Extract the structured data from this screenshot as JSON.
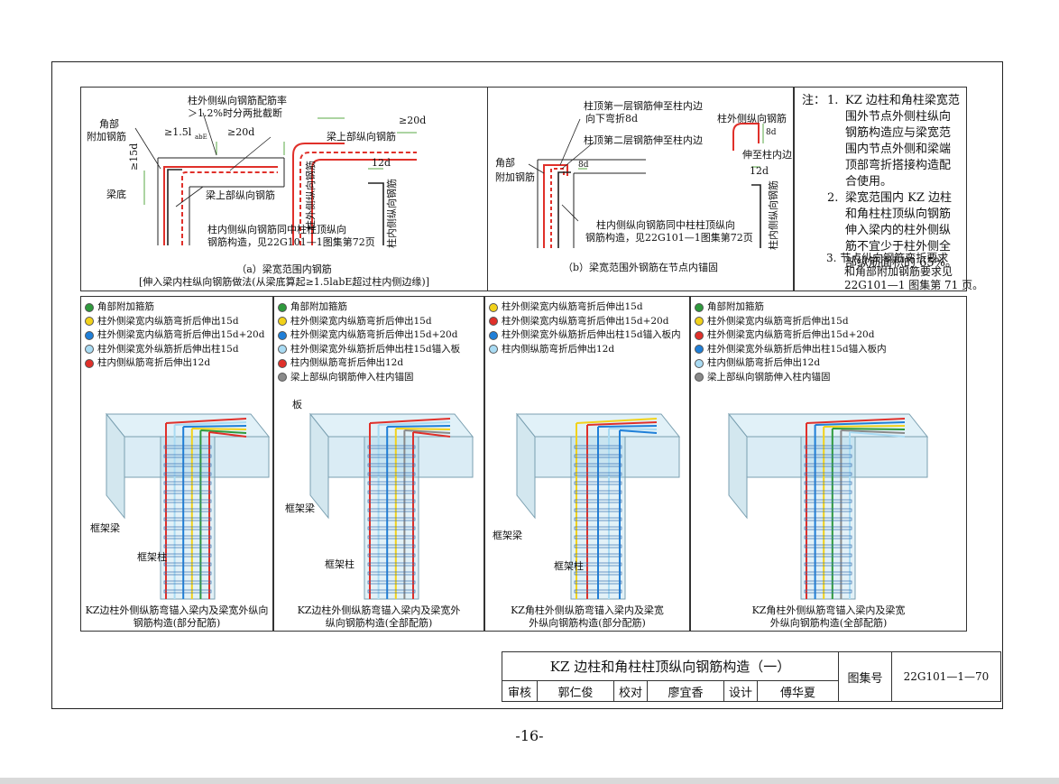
{
  "panel_a": {
    "labels": [
      "柱外侧纵向钢筋配筋率",
      "＞1.2%时分两批截断",
      "角部",
      "附加钢筋",
      "≥1.5l",
      "abE",
      "≥20d",
      "≥20d",
      "梁上部纵向钢筋",
      "≥15d",
      "梁底",
      "梁上部纵向钢筋",
      "柱外侧纵向钢筋",
      "12d",
      "柱内侧纵向钢筋",
      "柱内侧纵向钢筋同中柱柱顶纵向",
      "钢筋构造，见22G101—1图集第72页"
    ],
    "caption_1": "（a）梁宽范围内钢筋",
    "caption_2": "[伸入梁内柱纵向钢筋做法(从梁底算起≥1.5labE超过柱内侧边缘)]"
  },
  "panel_b": {
    "labels": [
      "柱顶第一层钢筋伸至柱内边",
      "向下弯折8d",
      "柱顶第二层钢筋伸至柱内边",
      "角部",
      "附加钢筋",
      "8d",
      "柱外侧纵向钢筋",
      "8d",
      "伸至柱内边",
      "12d",
      "柱内侧纵向钢筋",
      "柱内侧纵向钢筋同中柱柱顶纵向",
      "钢筋构造，见22G101—1图集第72页"
    ],
    "caption": "（b）梁宽范围外钢筋在节点内锚固"
  },
  "notes": {
    "lead": "注：",
    "items": [
      [
        "1.",
        "KZ 边柱和角柱梁宽范",
        "围外节点外侧柱纵向",
        "钢筋构造应与梁宽范",
        "围内节点外侧和梁端",
        "顶部弯折搭接构造配",
        "合使用。"
      ],
      [
        "2.",
        "梁宽范围内 KZ 边柱",
        "和角柱柱顶纵向钢筋",
        "伸入梁内的柱外侧纵",
        "筋不宜少于柱外侧全",
        "部纵筋面积的 65%。"
      ],
      [
        "3.",
        "节点纵向钢筋弯折要求",
        "和角部附加钢筋要求见",
        "22G101—1 图集第 71 页。"
      ]
    ]
  },
  "legend_colors": {
    "green": "#2e9a3c",
    "yellow": "#f2d21a",
    "blue": "#1f7fd8",
    "lightblue": "#a9dbf3",
    "red": "#e0302a",
    "gray": "#8a8a8a"
  },
  "model_panels": [
    {
      "legend": [
        {
          "color": "green",
          "text": "角部附加箍筋"
        },
        {
          "color": "yellow",
          "text": "柱外侧梁宽内纵筋弯折后伸出15d"
        },
        {
          "color": "blue",
          "text": "柱外侧梁宽内纵筋弯折后伸出15d+20d"
        },
        {
          "color": "lightblue",
          "text": "柱外侧梁宽外纵筋折后伸出柱15d"
        },
        {
          "color": "red",
          "text": "柱内侧纵筋弯折后伸出12d"
        }
      ],
      "labels": [
        "框架梁",
        "框架柱"
      ],
      "caption": [
        "KZ边柱外侧纵筋弯锚入梁内及梁宽外纵向",
        "钢筋构造(部分配筋)"
      ]
    },
    {
      "legend": [
        {
          "color": "green",
          "text": "角部附加箍筋"
        },
        {
          "color": "yellow",
          "text": "柱外侧梁宽内纵筋弯折后伸出15d"
        },
        {
          "color": "blue",
          "text": "柱外侧梁宽内纵筋弯折后伸出15d+20d"
        },
        {
          "color": "lightblue",
          "text": "柱外侧梁宽外纵筋折后伸出柱15d锚入板"
        },
        {
          "color": "red",
          "text": "柱内侧纵筋弯折后伸出12d"
        },
        {
          "color": "gray",
          "text": "梁上部纵向钢筋伸入柱内锚固"
        }
      ],
      "labels": [
        "板",
        "框架梁",
        "框架柱"
      ],
      "caption": [
        "KZ边柱外侧纵筋弯锚入梁内及梁宽外",
        "纵向钢筋构造(全部配筋)"
      ]
    },
    {
      "legend": [
        {
          "color": "yellow",
          "text": "柱外侧梁宽内纵筋弯折后伸出15d"
        },
        {
          "color": "red",
          "text": "柱外侧梁宽内纵筋弯折后伸出15d+20d"
        },
        {
          "color": "blue",
          "text": "柱外侧梁宽外纵筋折后伸出柱15d锚入板内"
        },
        {
          "color": "lightblue",
          "text": "柱内侧纵筋弯折后伸出12d"
        }
      ],
      "labels": [
        "框架梁",
        "框架柱"
      ],
      "caption": [
        "KZ角柱外侧纵筋弯锚入梁内及梁宽",
        "外纵向钢筋构造(部分配筋)"
      ]
    },
    {
      "legend": [
        {
          "color": "green",
          "text": "角部附加箍筋"
        },
        {
          "color": "yellow",
          "text": "柱外侧梁宽内纵筋弯折后伸出15d"
        },
        {
          "color": "red",
          "text": "柱外侧梁宽内纵筋弯折后伸出15d+20d"
        },
        {
          "color": "blue",
          "text": "柱外侧梁宽外纵筋折后伸出柱15d锚入板内"
        },
        {
          "color": "lightblue",
          "text": "柱内侧纵筋弯折后伸出12d"
        },
        {
          "color": "gray",
          "text": "梁上部纵向钢筋伸入柱内锚固"
        }
      ],
      "labels": [],
      "caption": [
        "KZ角柱外侧纵筋弯锚入梁内及梁宽",
        "外纵向钢筋构造(全部配筋)"
      ]
    }
  ],
  "title_block": {
    "title": "KZ 边柱和角柱柱顶纵向钢筋构造（一）",
    "atlas_label": "图集号",
    "atlas_no": "22G101—1—70",
    "review_label": "审核",
    "review_name": "郭仁俊",
    "check_label": "校对",
    "check_name": "廖宜香",
    "design_label": "设计",
    "design_name": "傅华夏"
  },
  "page_number": "-16-"
}
